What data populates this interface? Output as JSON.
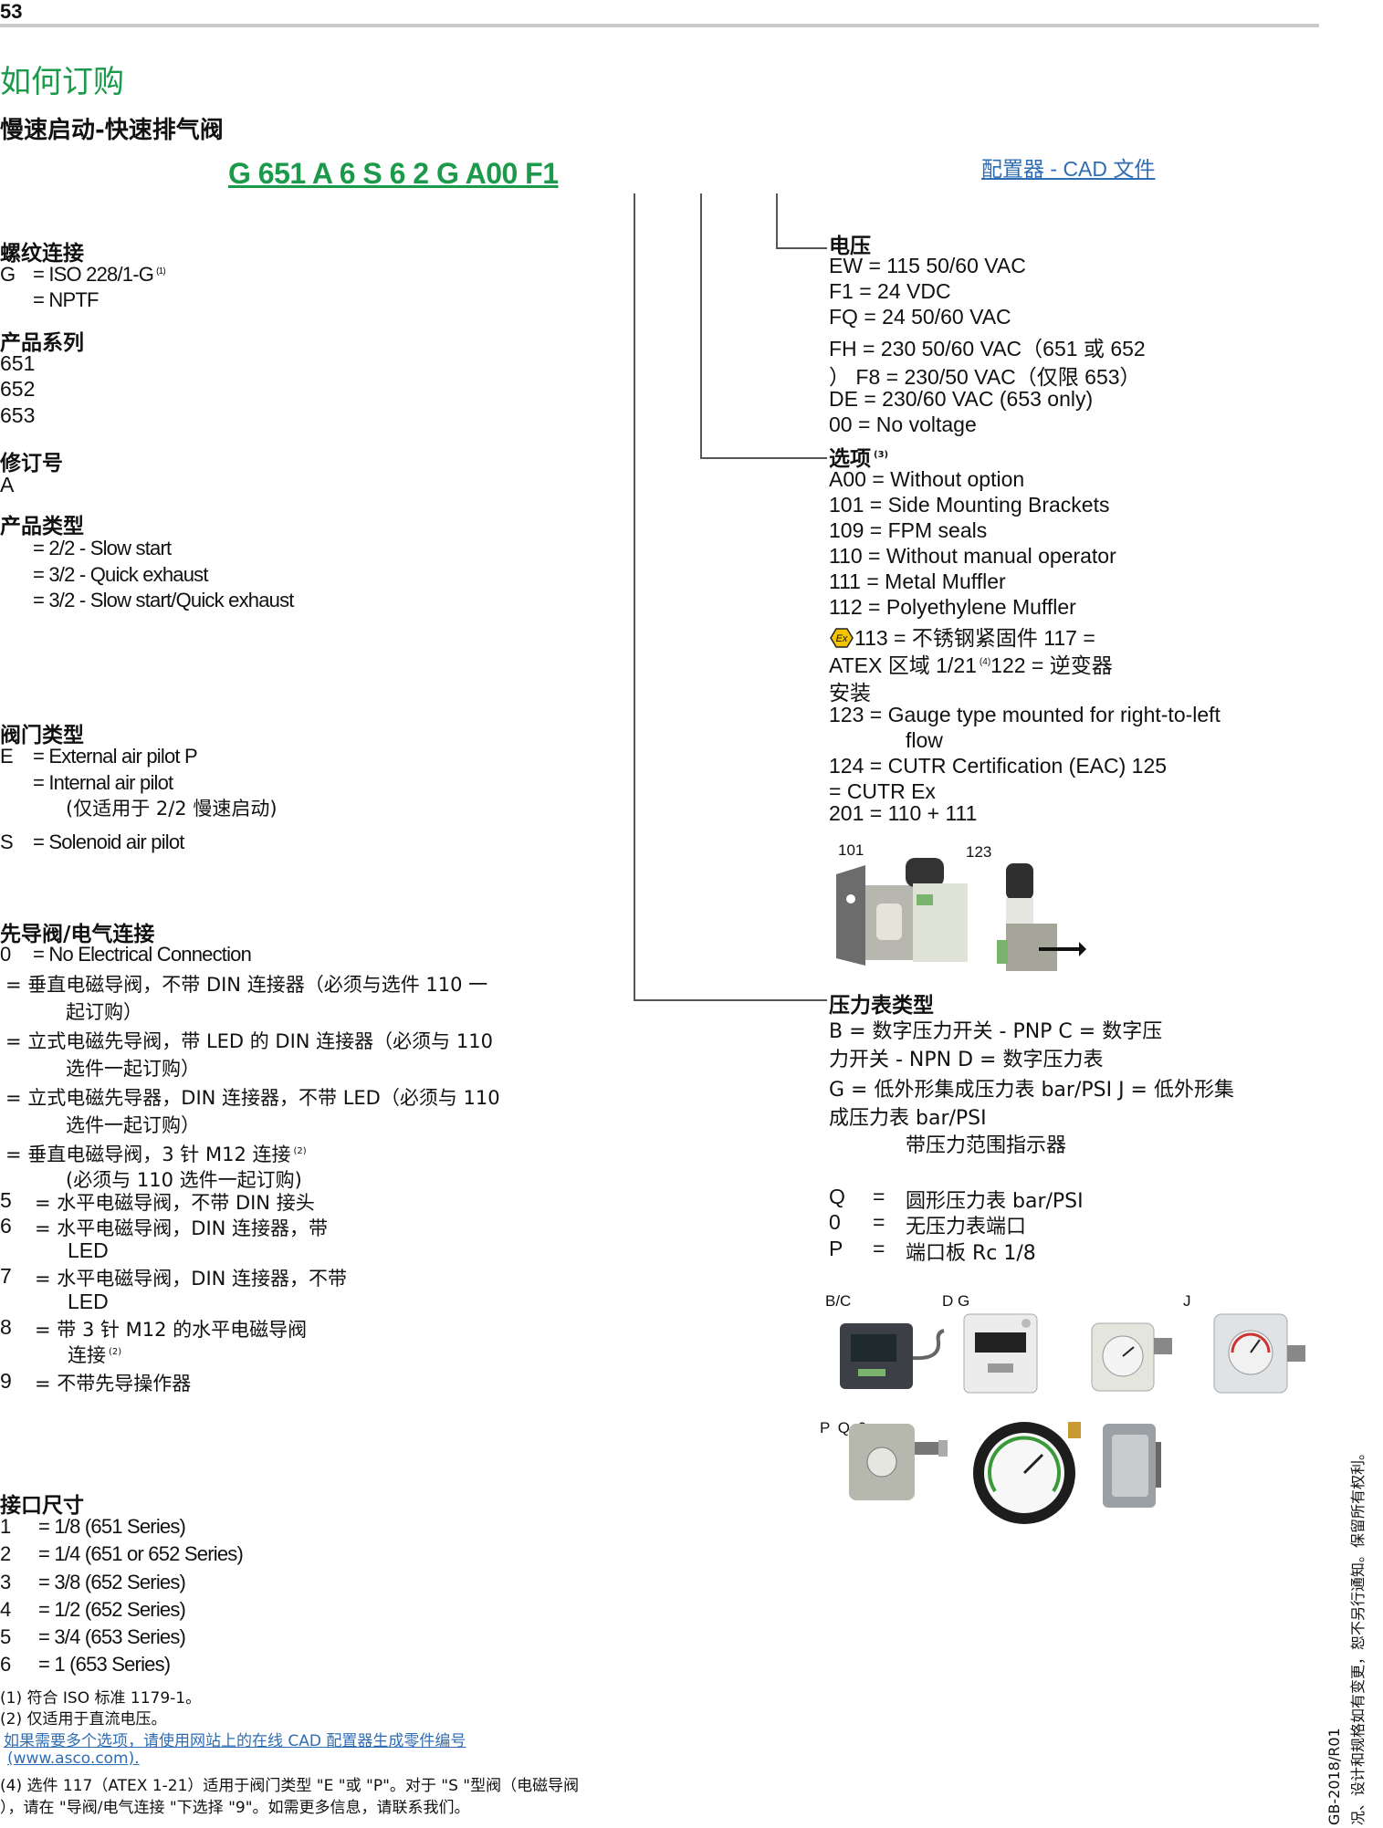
{
  "page_number": "53",
  "heading": "如何订购",
  "subheading": "慢速启动-快速排气阀",
  "order_code": "G 651 A 6 S 6 2 G A00 F1",
  "cad_link": "配置器 - CAD 文件",
  "left": {
    "thread": {
      "title": "螺纹连接",
      "items": [
        {
          "code": "G",
          "text": "= ISO 228/1-G",
          "note": "(1)"
        },
        {
          "code": "",
          "text": "= NPTF"
        }
      ]
    },
    "series": {
      "title": "产品系列",
      "items": [
        "651",
        "652",
        "653"
      ]
    },
    "revision": {
      "title": "修订号",
      "items": [
        "A"
      ]
    },
    "product_type": {
      "title": "产品类型",
      "items": [
        "= 2/2 - Slow start",
        "= 3/2 - Quick exhaust",
        "= 3/2 - Slow start/Quick exhaust"
      ]
    },
    "valve_type": {
      "title": "阀门类型",
      "items": [
        {
          "code": "E",
          "text": "= External air pilot P"
        },
        {
          "code": "",
          "text": "= Internal air pilot"
        },
        {
          "code": "",
          "text": "(仅适用于 2/2 慢速启动)"
        },
        {
          "code": "S",
          "text": "= Solenoid air pilot"
        }
      ]
    },
    "pilot": {
      "title": "先导阀/电气连接",
      "items": [
        {
          "code": "0",
          "text": "= No Electrical Connection"
        },
        {
          "code": "",
          "text": "= 垂直电磁导阀，不带 DIN 连接器（必须与选件 110 一"
        },
        {
          "code": "",
          "text": "起订购）"
        },
        {
          "code": "",
          "text": "= 立式电磁先导阀，带 LED 的 DIN 连接器（必须与 110"
        },
        {
          "code": "",
          "text": "选件一起订购）"
        },
        {
          "code": "",
          "text": "= 立式电磁先导器，DIN 连接器，不带 LED（必须与 110"
        },
        {
          "code": "",
          "text": "选件一起订购）"
        },
        {
          "code": "",
          "text": "= 垂直电磁导阀，3 针 M12 连接",
          "note": "(2)"
        },
        {
          "code": "",
          "text": "(必须与 110 选件一起订购)"
        },
        {
          "code": "5",
          "text": "=   水平电磁导阀，不带 DIN 接头"
        },
        {
          "code": "6",
          "text": "=   水平电磁导阀，DIN 连接器，带"
        },
        {
          "code": "",
          "text": "LED"
        },
        {
          "code": "7",
          "text": "=   水平电磁导阀，DIN 连接器，不带"
        },
        {
          "code": "",
          "text": "LED"
        },
        {
          "code": "8",
          "text": "=   带 3 针 M12 的水平电磁导阀"
        },
        {
          "code": "",
          "text": "连接",
          "note": "(2)"
        },
        {
          "code": "9",
          "text": "=   不带先导操作器"
        }
      ]
    },
    "port_size": {
      "title": "接口尺寸",
      "items": [
        {
          "code": "1",
          "text": "= 1/8 (651 Series)"
        },
        {
          "code": "2",
          "text": "= 1/4 (651 or 652 Series)"
        },
        {
          "code": "3",
          "text": "= 3/8 (652 Series)"
        },
        {
          "code": "4",
          "text": "= 1/2 (652 Series)"
        },
        {
          "code": "5",
          "text": "= 3/4 (653 Series)"
        },
        {
          "code": "6",
          "text": "= 1 (653 Series)"
        }
      ]
    }
  },
  "right": {
    "voltage": {
      "title": "电压",
      "items": [
        "EW = 115 50/60 VAC",
        "F1 = 24 VDC",
        "FQ = 24 50/60 VAC",
        "FH = 230 50/60 VAC（651 或 652",
        "）  F8 = 230/50 VAC（仅限 653）",
        "DE = 230/60 VAC (653 only)",
        "00 = No voltage"
      ]
    },
    "options": {
      "title": "选项",
      "note": "(3)",
      "items": [
        "A00 = Without option",
        "101 = Side Mounting Brackets",
        "109 = FPM seals",
        "110 = Without manual operator",
        "111 = Metal Muffler",
        "112 = Polyethylene Muffler",
        "113 = 不锈钢紧固件 117 =",
        "ATEX 区域 1/21",
        "122 = 逆变器",
        "安装",
        "123 = Gauge type mounted for right-to-left",
        "flow",
        "124 = CUTR Certification (EAC) 125",
        "= CUTR Ex",
        "201 = 110 + 111"
      ],
      "atex_note": "(4)",
      "image_labels": [
        "101",
        "123"
      ]
    },
    "gauge": {
      "title": "压力表类型",
      "items": [
        "B = 数字压力开关 - PNP C = 数字压",
        "力开关 - NPN D = 数字压力表",
        "G = 低外形集成压力表 bar/PSI J = 低外形集",
        "成压力表 bar/PSI",
        "带压力范围指示器"
      ],
      "items2": [
        {
          "code": "Q",
          "text": "圆形压力表 bar/PSI"
        },
        {
          "code": "0",
          "text": "无压力表端口"
        },
        {
          "code": "P",
          "text": "端口板 Rc 1/8"
        }
      ],
      "image_labels": [
        "B/C",
        "D G",
        "J",
        "P Q 0"
      ]
    }
  },
  "footnotes": [
    "(1) 符合 ISO 标准 1179-1。",
    "(2) 仅适用于直流电压。",
    "如果需要多个选项，请使用网站上的在线 CAD 配置器生成零件编号",
    "(www.asco.com).",
    "(4) 选件 117（ATEX 1-21）适用于阀门类型 \"E \"或 \"P\"。对于 \"S \"型阀（电磁导阀",
    "），请在 \"导阀/电气连接 \"下选择 \"9\"。如需更多信息，请联系我们。"
  ],
  "side_text": [
    "GB-2018/R01",
    "况、设计和规格如有变更，恕不另行通知。保留所有权利。"
  ]
}
